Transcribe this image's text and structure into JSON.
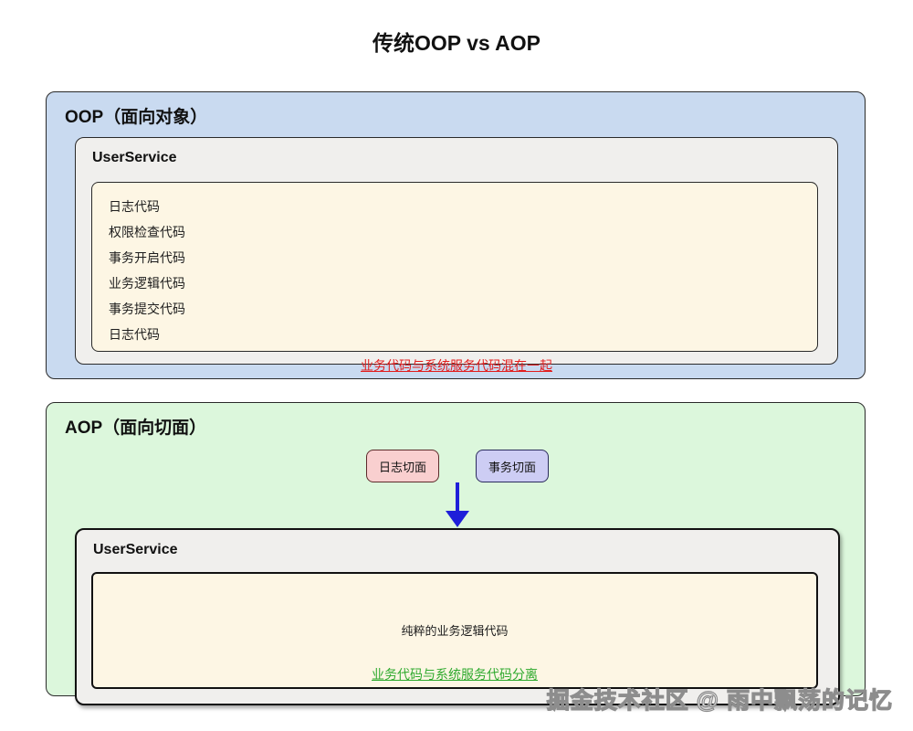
{
  "title": "传统OOP vs AOP",
  "oop": {
    "label": "OOP（面向对象）",
    "service_title": "UserService",
    "code_lines": [
      "日志代码",
      "权限检查代码",
      "事务开启代码",
      "业务逻辑代码",
      "事务提交代码",
      "日志代码"
    ],
    "note": "业务代码与系统服务代码混在一起"
  },
  "aop": {
    "label": "AOP（面向切面）",
    "aspects": [
      {
        "label": "日志切面"
      },
      {
        "label": "事务切面"
      }
    ],
    "service_title": "UserService",
    "pure_line": "纯粹的业务逻辑代码",
    "note": "业务代码与系统服务代码分离"
  },
  "watermark": "掘金技术社区 @ 雨中飘荡的记忆",
  "colors": {
    "oop_section_fill": "#c9daf0",
    "aop_section_fill": "#dcf7dc",
    "service_box_fill": "#f0efed",
    "code_box_fill": "#fdf6e4",
    "aspect_log_fill": "#f9cfcf",
    "aspect_tx_fill": "#cdcdf4",
    "note_red": "#e21d1d",
    "note_green": "#2eaa2e",
    "arrow_blue": "#1f1fd9"
  }
}
